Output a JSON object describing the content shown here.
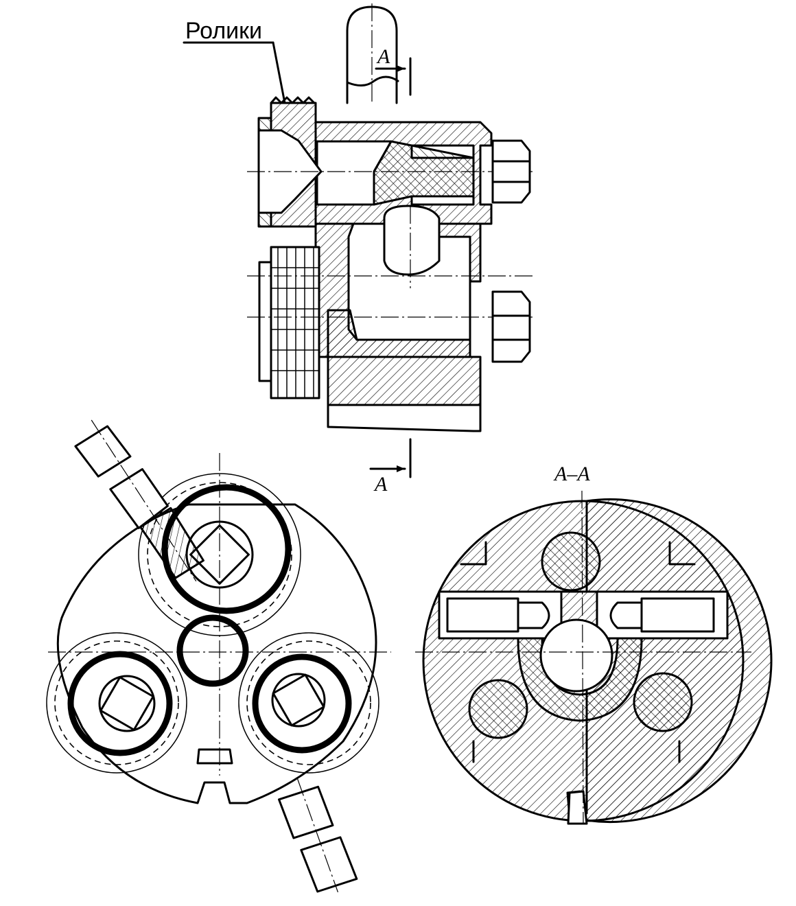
{
  "labels": {
    "rollers": "Ролики",
    "section_top": "A",
    "section_bottom": "A",
    "section_view": "A–A"
  }
}
